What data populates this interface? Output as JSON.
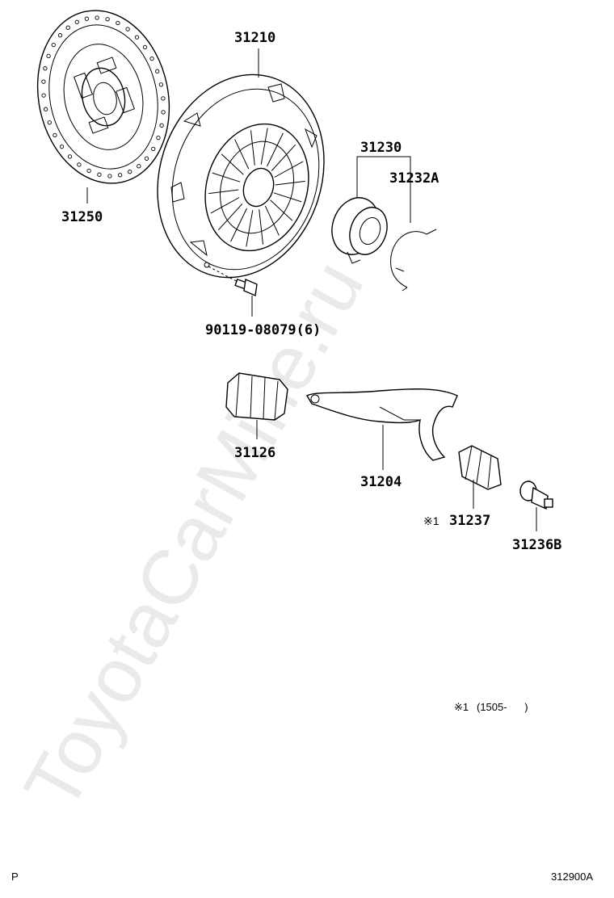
{
  "watermark": "ToyotaCarMine.ru",
  "labels": {
    "p31210": "31210",
    "p31250": "31250",
    "p31230": "31230",
    "p31232A": "31232A",
    "bolt": "90119-08079(6)",
    "p31126": "31126",
    "p31204": "31204",
    "p31237_mark": "※1",
    "p31237": "31237",
    "p31236B": "31236B"
  },
  "footnote": {
    "mark": "※1",
    "text": "(1505-      )"
  },
  "corner_left": "P",
  "corner_right": "312900A"
}
